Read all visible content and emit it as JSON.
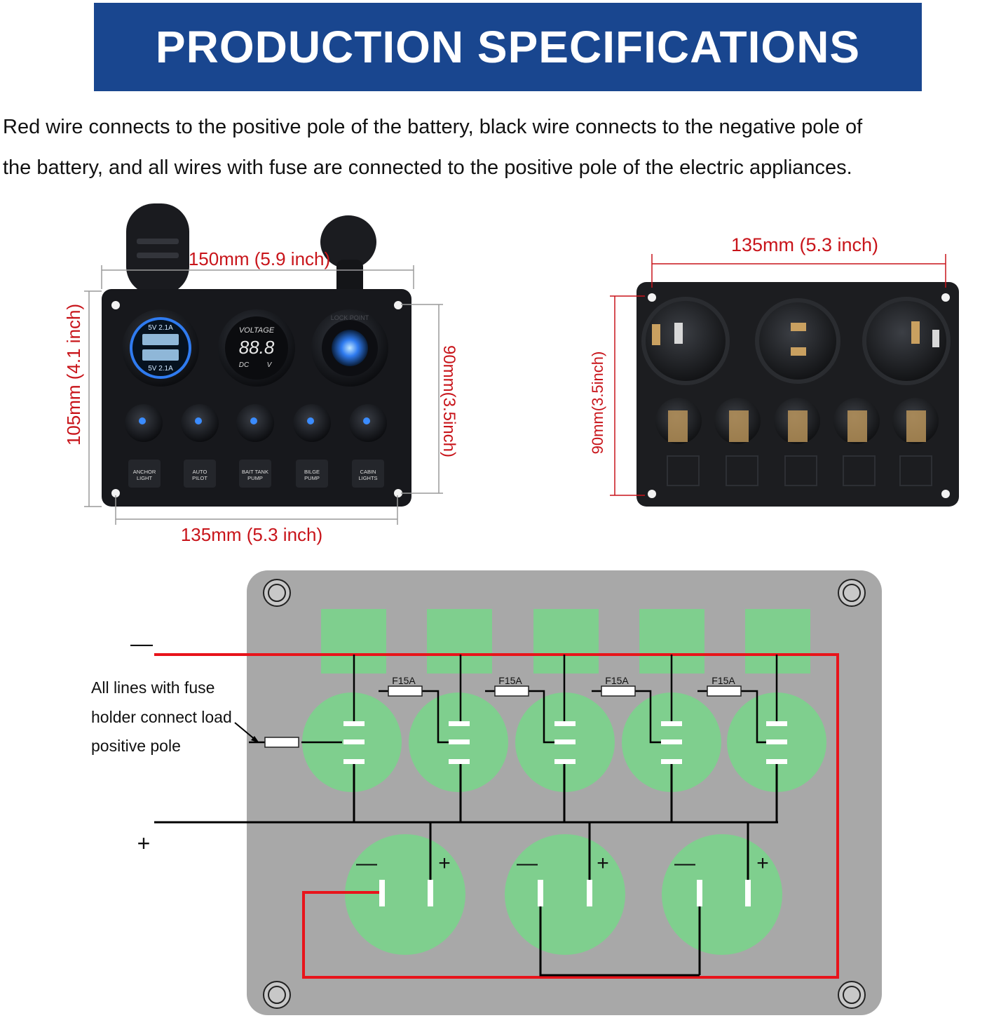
{
  "header": {
    "title": "PRODUCTION SPECIFICATIONS"
  },
  "description": {
    "line1": "Red wire connects to the positive pole of the battery, black wire connects to the negative pole of",
    "line2": "the battery, and all wires with fuse are connected to the positive pole of the electric appliances."
  },
  "front_panel": {
    "dim_top": "150mm (5.9 inch)",
    "dim_left": "105mm (4.1 inch)",
    "dim_right": "90mm(3.5inch)",
    "dim_bottom": "135mm (5.3 inch)",
    "usb_top": "5V  2.1A",
    "usb_bottom": "5V  2.1A",
    "voltmeter_label": "VOLTAGE",
    "voltmeter_digits": "88.8",
    "voltmeter_dc": "DC",
    "voltmeter_v": "V",
    "socket_cap_text": "LOCK POINT",
    "switch_labels": [
      [
        "ANCHOR",
        "LIGHT"
      ],
      [
        "AUTO",
        "PILOT"
      ],
      [
        "BAIT TANK",
        "PUMP"
      ],
      [
        "BILGE",
        "PUMP"
      ],
      [
        "CABIN",
        "LIGHTS"
      ]
    ]
  },
  "back_panel": {
    "dim_top": "135mm (5.3 inch)",
    "dim_left": "90mm(3.5inch)"
  },
  "wiring": {
    "negative_symbol": "—",
    "positive_symbol": "+",
    "fuse_label": "F15A",
    "fuse_count": 4,
    "note_lines": [
      "All lines with fuse",
      "holder connect load",
      "positive pole"
    ],
    "socket_minus": "—",
    "socket_plus": "+"
  },
  "colors": {
    "banner": "#19468f",
    "panel_gray": "#a8a8a8",
    "component_green": "#7fcf8e",
    "wire_red": "#e8141b",
    "wire_black": "#000000",
    "led_blue": "#2f7bf0"
  }
}
